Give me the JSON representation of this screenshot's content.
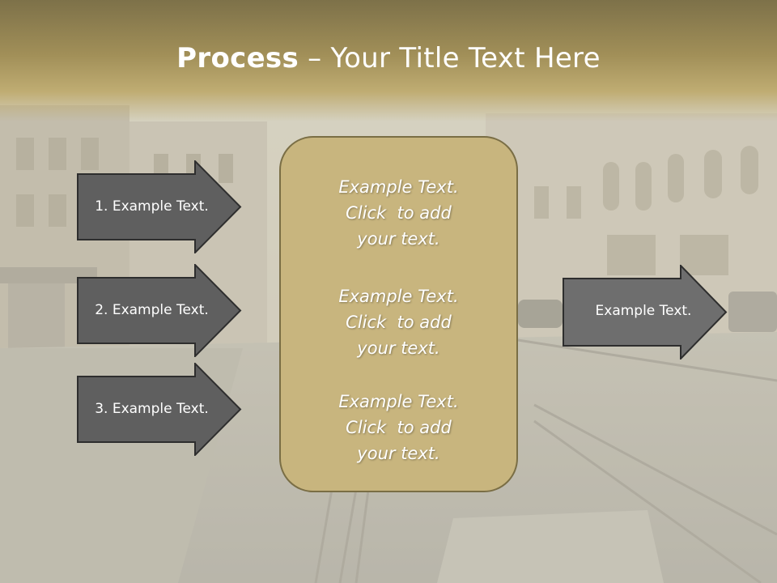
{
  "title": {
    "bold": "Process",
    "rest": " – Your Title Text Here"
  },
  "inputs": [
    {
      "label": "1. Example Text."
    },
    {
      "label": "2. Example Text."
    },
    {
      "label": "3. Example Text."
    }
  ],
  "center_box": {
    "paragraphs": [
      {
        "lines": [
          "Example Text.",
          "Click  to add",
          "your text."
        ]
      },
      {
        "lines": [
          "Example Text.",
          "Click  to add",
          "your text."
        ]
      },
      {
        "lines": [
          "Example Text.",
          "Click  to add",
          "your text."
        ]
      }
    ]
  },
  "output": {
    "label": "Example Text."
  },
  "colors": {
    "arrow_fill": "#5f5f5f",
    "output_arrow_fill": "#6e6e6e",
    "box_fill": "#c8b57e",
    "title_band": "#8a7c4e"
  }
}
